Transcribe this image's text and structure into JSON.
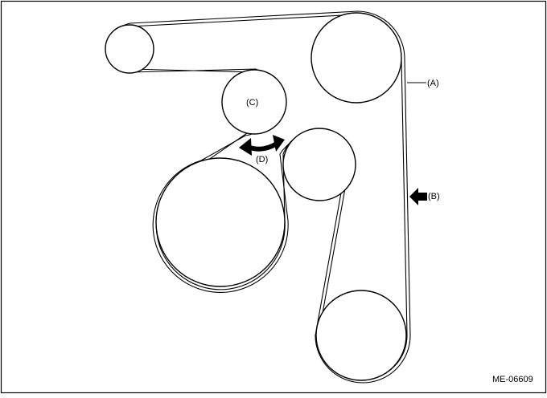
{
  "labels": {
    "belt_a": "(A)",
    "push_b": "(B)",
    "pulley_c": "(C)",
    "direction_d": "(D)"
  },
  "figure_code": "ME-06609"
}
